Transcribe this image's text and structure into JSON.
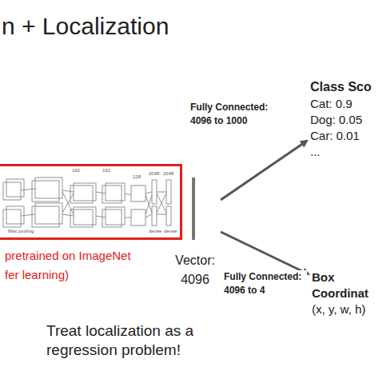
{
  "diagram": {
    "title": "n + Localization",
    "caption": "Treat localization as a regression problem!",
    "nodes": [
      {
        "text": [
          "pretrained on ImageNet fer learning)"
        ]
      },
      {
        "text": [
          "Vector: 4096"
        ]
      },
      {
        "text": [
          "Class Sco",
          "Cat: 0.9",
          "Dog: 0.05",
          "Car: 0.01",
          "..."
        ]
      },
      {
        "text": [
          "Box Coordinat",
          "(x, y, w, h)"
        ]
      }
    ],
    "edges": [
      {
        "from": 1,
        "to": 2,
        "arrow": "to",
        "label": "Fully Connected: 4096 to 1000"
      },
      {
        "from": 1,
        "to": 3,
        "arrow": "to",
        "label": "Fully Connected: 4096 to 4"
      }
    ],
    "labels": [
      "192",
      "192",
      "128",
      "Max pooling",
      "2048",
      "2048",
      "dense",
      "dense"
    ]
  }
}
